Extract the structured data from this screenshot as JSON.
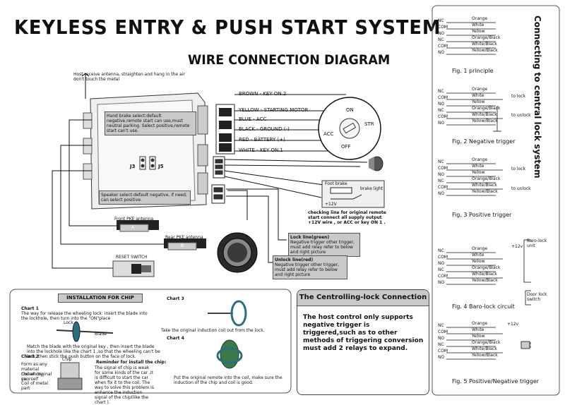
{
  "title": "KEYLESS ENTRY & PUSH START SYSTEM",
  "subtitle": "WIRE CONNECTION DIAGRAM",
  "antenna_note": "Host receive antenna, straighten and hang in the air don't touch the metal",
  "hand_brake_note": "Hand brake select:default negative,remote start can use,must neutral parking. Select positive,remote start can't use.",
  "jumpers": {
    "j3": "J3",
    "j5": "J5"
  },
  "speaker_note": "Speaker select:default negative, if need, can select positive.",
  "wires": [
    {
      "color": "BROWN",
      "function": "KEY ON.2"
    },
    {
      "color": "YELLOW",
      "function": "STARTING MOTOR"
    },
    {
      "color": "BLUE",
      "function": "ACC"
    },
    {
      "color": "BLACK",
      "function": "GROUND (-)"
    },
    {
      "color": "RED",
      "function": "BATTERY (+)"
    },
    {
      "color": "WHITE",
      "function": "KEY ON.1"
    }
  ],
  "ignition": {
    "on": "ON",
    "str": "STR",
    "acc": "ACC",
    "off": "OFF"
  },
  "front_antenna": {
    "label": "Front PKE antenna",
    "tag": "A"
  },
  "rear_antenna": {
    "label": "Rear PKE antenna",
    "tag": "B"
  },
  "reset_switch": "RESET SWITCH",
  "foot_brake": "Foot brake",
  "brake_light": "brake light",
  "plus12v": "+12V",
  "checking_note": "checking line for original remote start connect all supply output +12V wire , or ACC or key ON 1 .",
  "lock_note": {
    "title": "Lock line(green)",
    "body": "Negative trigger other trigger, must add relay refer to below and right picture"
  },
  "unlock_note": {
    "title": "Unlock line(red)",
    "body": "Negative trigger other trigger, must add relay refer to below and right picture"
  },
  "install": {
    "title": "INSTALLATION FOR CHIP",
    "chart1": "Chart 1",
    "chart1_text": "The way for release the wheeling lock: insert the blade into the lockhole, then turn into the \"ON\"place",
    "lock": "Lock",
    "blade": "Blade",
    "chart1_bottom": "Match the blade with the original key , then insert the blade into the lockhole like the chart 1 ,so that the wheeling can't be lock, then stick the push button on the face of lock.",
    "chart2": "Chart 2",
    "chip": "Chip",
    "chip_labels": [
      "Form as any material chosen by yourself",
      "Coil of original car",
      "Coil of metal part"
    ],
    "reminder_title": "Reminder for install the chip:",
    "reminder_text": "The signal of chip is weak for some kinds of the car ,it is difficult to start the car when fix it to the coil. The way to solve this problem is enhance the induction signal of the chip(like the chart ).",
    "chart3": "Chart 3",
    "chart3_text": "Take the original induction coil out from the lock.",
    "chart4": "Chart 4",
    "chart4_text": "Put the original remote into the coil, make sure the induction of the chip and coil is good."
  },
  "central": {
    "title": "The Centrolling-lock Connection",
    "body": "The host control only supports negative trigger is triggered,such as to other methods of triggering conversion must add 2 relays to expand."
  },
  "side_title": "Connecting to central lock system",
  "figures": [
    {
      "caption": "Fig. 1 principle",
      "terms": [
        "NC",
        "COM",
        "NO",
        "NC",
        "COM",
        "NO"
      ],
      "wires": [
        "Orange",
        "White",
        "Yellow",
        "Orange/Black",
        "White/Black",
        "Yellow/Black"
      ],
      "outputs": []
    },
    {
      "caption": "Fig. 2 Negative trigger",
      "terms": [
        "NC",
        "COM",
        "NO",
        "NC",
        "COM",
        "NO"
      ],
      "wires": [
        "Orange",
        "White",
        "Yellow",
        "Orange/Black",
        "White/Black",
        "Yellow/Black"
      ],
      "outputs": [
        "to lock",
        "to unlock"
      ]
    },
    {
      "caption": "Fig. 3 Positive trigger",
      "terms": [
        "NC",
        "COM",
        "NO",
        "NC",
        "COM",
        "NO"
      ],
      "wires": [
        "Orange",
        "White",
        "Yellow",
        "Orange/Black",
        "White/Black",
        "Yellow/Black"
      ],
      "outputs": [
        "to lock",
        "to unlock"
      ]
    },
    {
      "caption": "Fig. 4 Baro-lock circuit",
      "terms": [
        "NC",
        "COM",
        "NO",
        "NC",
        "COM",
        "NO"
      ],
      "wires": [
        "Orange",
        "White",
        "Yellow",
        "Orange/Black",
        "White/Black",
        "Yellow/Black"
      ],
      "outputs": [
        "+12v",
        "Baro-lock unit",
        "Door lock switch"
      ]
    },
    {
      "caption": "Fig. 5 Positive/Negative trigger",
      "terms": [
        "NC",
        "COM",
        "NO",
        "NC",
        "COM",
        "NO"
      ],
      "wires": [
        "Orange",
        "White",
        "Yellow",
        "Orange/Black",
        "White/Black",
        "Yellow/Black"
      ],
      "outputs": [
        "+12v"
      ]
    }
  ]
}
